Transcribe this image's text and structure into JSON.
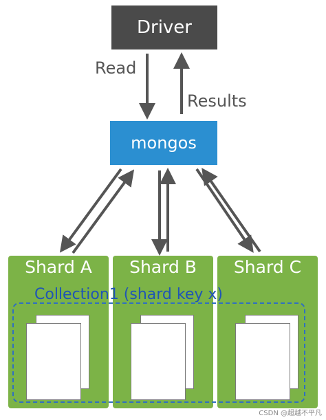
{
  "driver": {
    "label": "Driver"
  },
  "mongos": {
    "label": "mongos"
  },
  "arrows": {
    "read_label": "Read",
    "results_label": "Results"
  },
  "shards": [
    {
      "label": "Shard A"
    },
    {
      "label": "Shard B"
    },
    {
      "label": "Shard C"
    }
  ],
  "collection": {
    "label": "Collection1 (shard key x)"
  },
  "watermark": "CSDN @超越不平凡",
  "colors": {
    "driver": "#4a4a4a",
    "mongos": "#2b8fd1",
    "shard": "#7cb347",
    "collection_border": "#2f6fc1",
    "arrow": "#555555"
  }
}
